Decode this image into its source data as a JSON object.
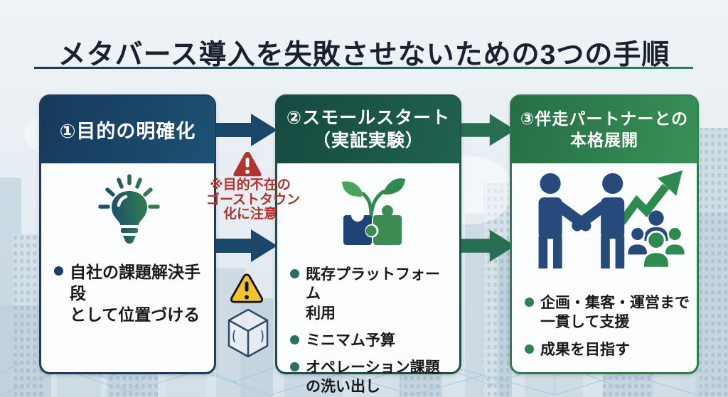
{
  "title": {
    "text": "メタバース導入を失敗させないための3つの手順"
  },
  "flow": {
    "steps": [
      {
        "header": "①目的の明確化",
        "icon": "lightbulb-icon",
        "bullets": [
          "自社の課題解決手段\nとして位置づける"
        ],
        "accent_color": "#1b4869"
      },
      {
        "header": "②スモールスタート\n（実証実験）",
        "icon": "puzzle-sprout-icon",
        "bullets": [
          "既存プラットフォーム\n利用",
          "ミニマム予算",
          "オペレーション課題\nの洗い出し"
        ],
        "accent_color": "#1d5b4a"
      },
      {
        "header": "③伴走パートナーとの\n本格展開",
        "icon": "handshake-growth-icon",
        "bullets": [
          "企画・集客・運営まで\n一貫して支援",
          "成果を目指す"
        ],
        "accent_color": "#2e7d4e"
      }
    ],
    "warning": {
      "icon": "red-alert-icon",
      "text": "※目的不在の\nゴーストタウン\n化に注意",
      "color": "#b5312e"
    },
    "caution": {
      "icons": [
        "yellow-warning-icon",
        "metaverse-cube-icon"
      ],
      "yellow": "#f3c32e"
    }
  },
  "colors": {
    "background": "#e7eef3",
    "title_text": "#18222e",
    "step1_navy": "#1b4869",
    "step2_teal_green": "#1d5b4a",
    "step3_green": "#2e7d4e",
    "arrow_navy": "#1b4869",
    "arrow_green": "#276e52"
  }
}
